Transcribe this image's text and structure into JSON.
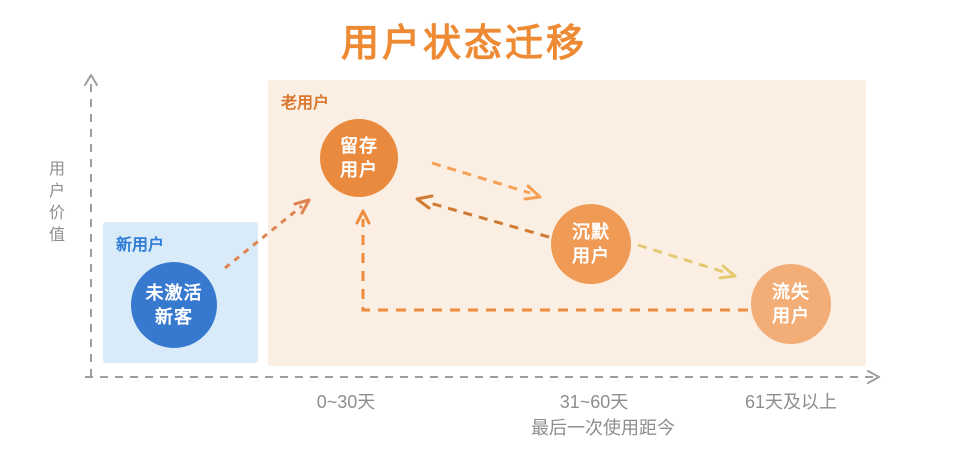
{
  "title": "用户状态迁移",
  "axes": {
    "y_label": "用户价值",
    "x_label": "最后一次使用距今",
    "x_ticks": [
      "0~30天",
      "31~60天",
      "61天及以上"
    ]
  },
  "groups": {
    "new_users": {
      "label": "新用户"
    },
    "old_users": {
      "label": "老用户"
    }
  },
  "nodes": {
    "inactive": {
      "label": "未激活\n新客"
    },
    "retained": {
      "label": "留存\n用户"
    },
    "silent": {
      "label": "沉默\n用户"
    },
    "churned": {
      "label": "流失\n用户"
    }
  },
  "arrows": {
    "activate": {
      "from": "未激活新客",
      "to": "留存用户"
    },
    "fade": {
      "from": "留存用户",
      "to": "沉默用户"
    },
    "reactivate": {
      "from": "沉默用户",
      "to": "留存用户"
    },
    "churn": {
      "from": "沉默用户",
      "to": "流失用户"
    },
    "winback": {
      "from": "流失用户",
      "to": "留存用户"
    }
  },
  "colors": {
    "title": "#ED8A33",
    "axis_line": "#9E9E9E",
    "axis_text": "#8E8E8E",
    "new_group_bg": "#D9EBF8",
    "new_group_label": "#2E7CD5",
    "node_inactive": "#3679CE",
    "old_group_bg": "#FBEFE3",
    "old_group_label": "#D9772E",
    "node_retained": "#EA8A3E",
    "node_silent": "#F09B55",
    "node_churned": "#F3AE77",
    "arrow_activate": "#DF8350",
    "arrow_fade": "#F5A055",
    "arrow_reactivate": "#D07B31",
    "arrow_churn": "#E3C972",
    "arrow_winback": "#EC8C3C"
  }
}
